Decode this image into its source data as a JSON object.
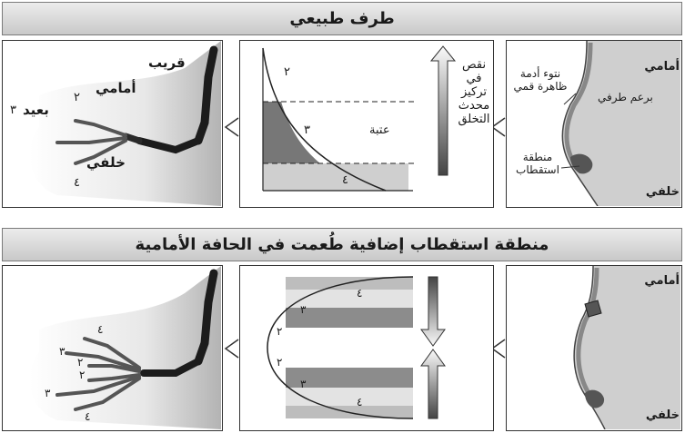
{
  "row1": {
    "title": "طرف طبيعي",
    "bud": {
      "anterior": "أمامي",
      "posterior": "خلفي",
      "aer": "نتوء أدمة ظاهرة قمي",
      "limb_bud": "برعم طرفي",
      "zpa": "منطقة استقطاب"
    },
    "gradient": {
      "arrow_label": "نقص في تركيز محدث التخلق",
      "threshold": "عتبة",
      "zone2": "٢",
      "zone3": "٣",
      "zone4": "٤"
    },
    "limb": {
      "proximal": "قريب",
      "anterior": "أمامي",
      "distal": "بعيد",
      "posterior": "خلفي",
      "d2": "٢",
      "d3": "٣",
      "d4": "٤"
    }
  },
  "row2": {
    "title": "منطقة استقطاب إضافية طُعمت في الحافة الأمامية",
    "bud": {
      "anterior": "أمامي",
      "posterior": "خلفي"
    },
    "gradient": {
      "n4a": "٤",
      "n3a": "٣",
      "n2a": "٢",
      "n2b": "٢",
      "n3b": "٣",
      "n4b": "٤"
    },
    "limb": {
      "d4a": "٤",
      "d3a": "٣",
      "d2a": "٢",
      "d2b": "٢",
      "d3b": "٣",
      "d4b": "٤"
    }
  },
  "colors": {
    "banner": "#d6d6d6",
    "bud_fill": "#bdbdbd",
    "zpa": "#555555",
    "gradient_dark": "#4a4a4a"
  }
}
